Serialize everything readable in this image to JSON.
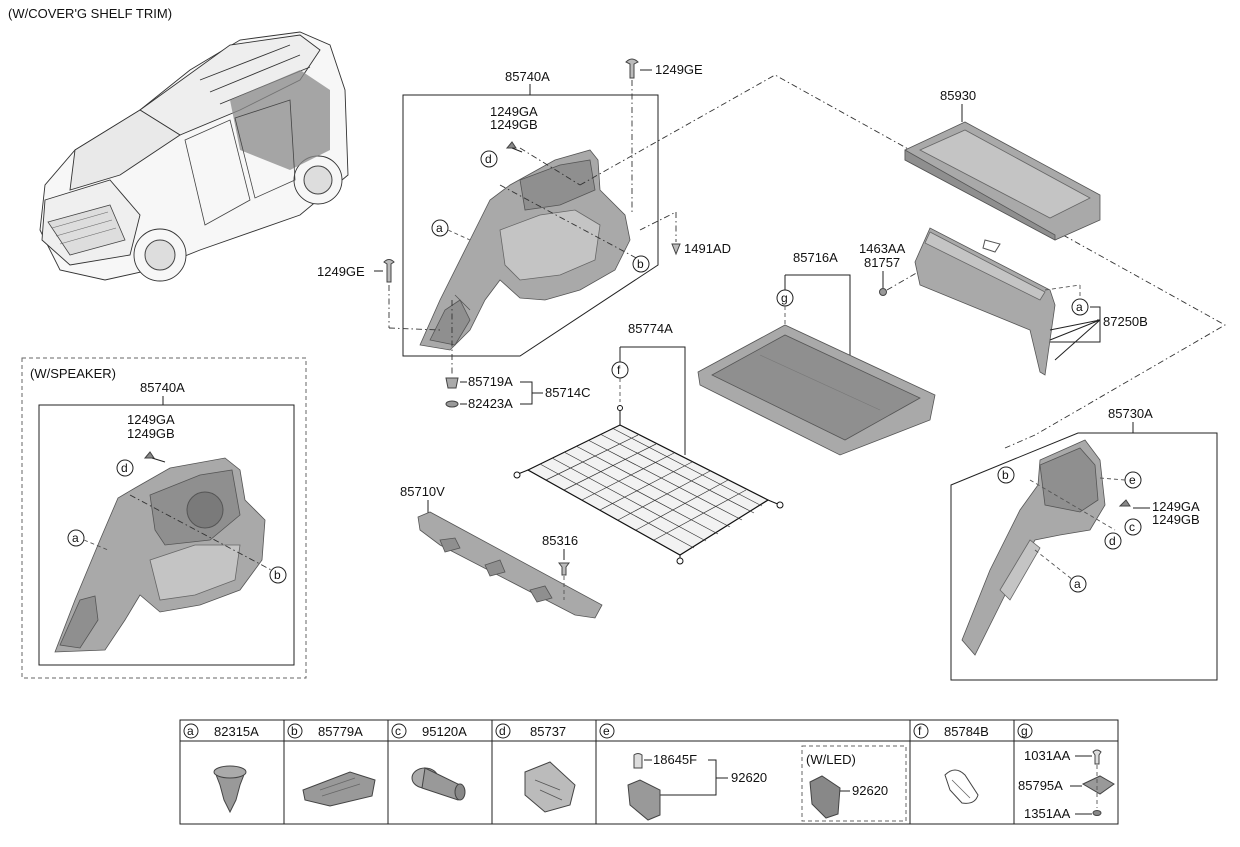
{
  "header_note": "(W/COVER'G SHELF TRIM)",
  "parts": {
    "p85740A_main": "85740A",
    "p1249GA": "1249GA",
    "p1249GB": "1249GB",
    "p1249GE_top": "1249GE",
    "p1249GE_left": "1249GE",
    "p1491AD": "1491AD",
    "p85930": "85930",
    "p1463AA": "1463AA",
    "p81757": "81757",
    "p87250B": "87250B",
    "p85716A": "85716A",
    "p85774A": "85774A",
    "p85719A": "85719A",
    "p82423A": "82423A",
    "p85714C": "85714C",
    "p85710V": "85710V",
    "p85316": "85316",
    "p85730A": "85730A",
    "p1249GA_r": "1249GA",
    "p1249GB_r": "1249GB"
  },
  "speaker_box": {
    "title": "(W/SPEAKER)",
    "part": "85740A",
    "p1249GA": "1249GA",
    "p1249GB": "1249GB"
  },
  "callouts": {
    "a": "a",
    "b": "b",
    "c": "c",
    "d": "d",
    "e": "e",
    "f": "f",
    "g": "g"
  },
  "legend": {
    "a": {
      "letter": "a",
      "part": "82315A"
    },
    "b": {
      "letter": "b",
      "part": "85779A"
    },
    "c": {
      "letter": "c",
      "part": "95120A"
    },
    "d": {
      "letter": "d",
      "part": "85737"
    },
    "e": {
      "letter": "e",
      "p18645F": "18645F",
      "p92620": "92620",
      "wled": "(W/LED)",
      "p92620_led": "92620"
    },
    "f": {
      "letter": "f",
      "part": "85784B"
    },
    "g": {
      "letter": "g",
      "p1031AA": "1031AA",
      "p85795A": "85795A",
      "p1351AA": "1351AA"
    }
  }
}
